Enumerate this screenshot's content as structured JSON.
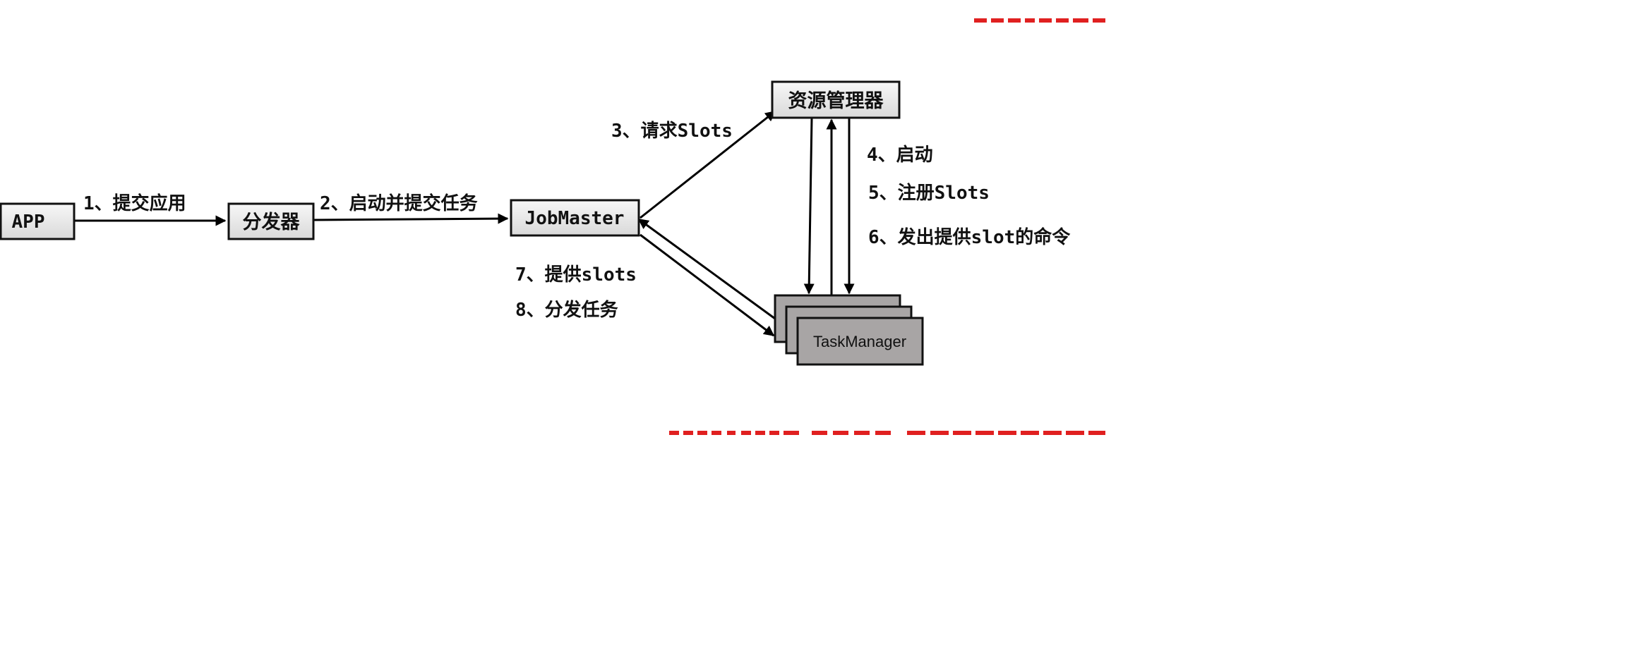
{
  "nodes": {
    "app": "APP",
    "dispatcher": "分发器",
    "jobmaster": "JobMaster",
    "resource_manager": "资源管理器",
    "taskmanager": "TaskManager"
  },
  "edges": {
    "e1": "1、提交应用",
    "e2": "2、启动并提交任务",
    "e3": "3、请求Slots",
    "e4": "4、启动",
    "e5": "5、注册Slots",
    "e6": "6、发出提供slot的命令",
    "e7": "7、提供slots",
    "e8": "8、分发任务"
  },
  "colors": {
    "box_fill_light": "#e8e8e8",
    "box_fill_dark": "#a8a5a5",
    "line": "#000000",
    "watermark": "#e02020"
  }
}
